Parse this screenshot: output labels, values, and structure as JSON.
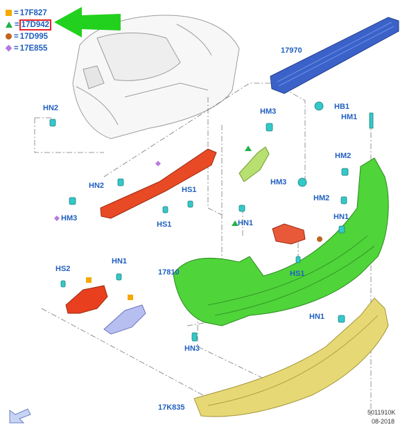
{
  "legend": [
    {
      "marker": "square",
      "color": "#f5a800",
      "text": "17F827"
    },
    {
      "marker": "triangle",
      "color": "#22b14c",
      "text": "17D942",
      "highlighted": true
    },
    {
      "marker": "circle",
      "color": "#c0651e",
      "text": "17D995"
    },
    {
      "marker": "diamond",
      "color": "#b57be0",
      "text": "17E855"
    }
  ],
  "eq_symbol": "=",
  "labels": {
    "hn2_top": "HN2",
    "p17970": "17970",
    "hb1": "HB1",
    "hm1": "HM1",
    "hm3_top": "HM3",
    "hn2_mid": "HN2",
    "hs1_left": "HS1",
    "hs1_lower": "HS1",
    "hm3_left": "HM3",
    "hn1_mid": "HN1",
    "hm3_right": "HM3",
    "hm2_top": "HM2",
    "hm2_mid": "HM2",
    "hn1_right": "HN1",
    "p17810": "17810",
    "hs1_right": "HS1",
    "hs2": "HS2",
    "hn1_left": "HN1",
    "hn1_bottom": "HN1",
    "hn3": "HN3",
    "p17k835": "17K835"
  },
  "footer": {
    "code": "5011910K",
    "date": "08-2018"
  },
  "colors": {
    "label_blue": "#1f5fbf",
    "beam_blue": "#3a62c8",
    "bumper_green": "#4fd43a",
    "reinforcement_red": "#e84a25",
    "lower_yellow": "#e6d874",
    "clip_cyan": "#35c8c8",
    "pointer_green": "#22d11d"
  }
}
